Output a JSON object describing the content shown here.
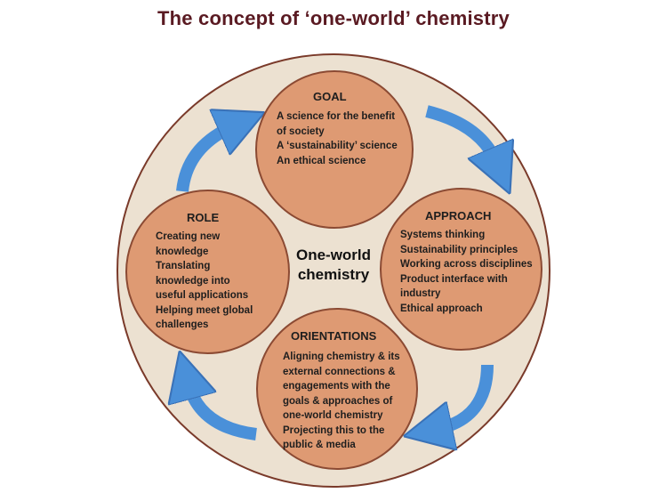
{
  "title": "The concept of ‘one-world’ chemistry",
  "center": {
    "line1": "One-world",
    "line2": "chemistry"
  },
  "nodes": [
    {
      "key": "goal",
      "title": "GOAL",
      "items": [
        "A science for the benefit",
        "of society",
        "A ‘sustainability’ science",
        "An ethical science"
      ]
    },
    {
      "key": "approach",
      "title": "APPROACH",
      "items": [
        "Systems thinking",
        "Sustainability principles",
        "Working across disciplines",
        "Product interface with",
        "industry",
        "Ethical approach"
      ]
    },
    {
      "key": "orientations",
      "title": "ORIENTATIONS",
      "items": [
        "Aligning chemistry & its",
        "external connections &",
        "engagements with the",
        "goals & approaches of",
        "one-world chemistry",
        "Projecting this to the",
        "public & media"
      ]
    },
    {
      "key": "role",
      "title": "ROLE",
      "items": [
        "Creating new",
        "knowledge",
        "Translating",
        "knowledge into",
        "useful applications",
        "Helping meet global",
        "challenges"
      ]
    }
  ],
  "colors": {
    "outer_circle": "#ece1d1",
    "outer_border": "#7a3a2a",
    "node_fill": "#de9a73",
    "node_border": "#8b4a33",
    "arrow": "#4a90d9",
    "title": "#5a1a22"
  }
}
